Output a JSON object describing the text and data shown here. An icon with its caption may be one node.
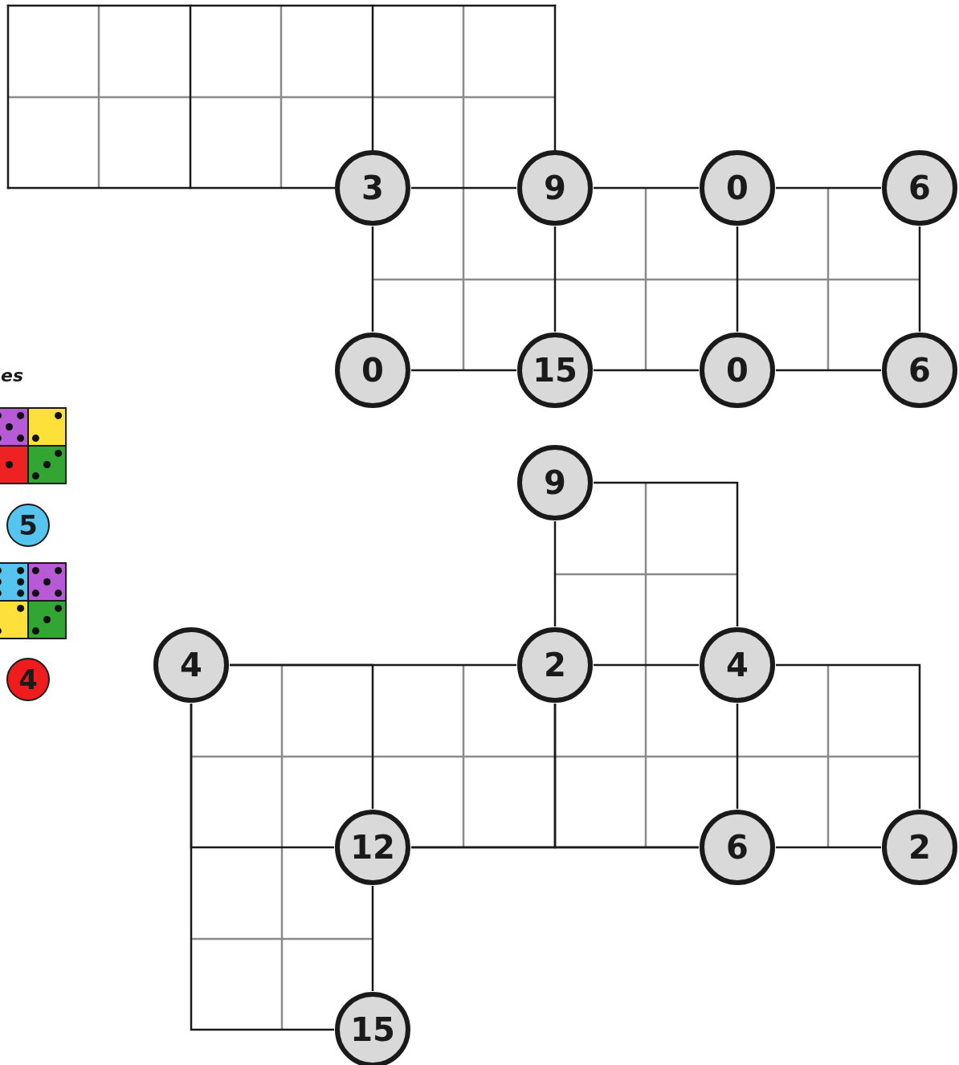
{
  "diagram": {
    "nodes": [
      {
        "text": [
          "3"
        ]
      },
      {
        "text": [
          "9"
        ]
      },
      {
        "text": [
          "0"
        ]
      },
      {
        "text": [
          "6"
        ]
      },
      {
        "text": [
          "0"
        ]
      },
      {
        "text": [
          "15"
        ]
      },
      {
        "text": [
          "0"
        ]
      },
      {
        "text": [
          "6"
        ]
      },
      {
        "text": [
          "9"
        ]
      },
      {
        "text": [
          "5"
        ]
      },
      {
        "text": [
          "4"
        ]
      },
      {
        "text": [
          "2"
        ]
      },
      {
        "text": [
          "4"
        ]
      },
      {
        "text": [
          "4"
        ]
      },
      {
        "text": [
          "12"
        ]
      },
      {
        "text": [
          "6"
        ]
      },
      {
        "text": [
          "2"
        ]
      },
      {
        "text": [
          "15"
        ]
      }
    ],
    "edges": [
      {
        "from": 0,
        "to": 1,
        "arrow": "none"
      },
      {
        "from": 1,
        "to": 2,
        "arrow": "none"
      },
      {
        "from": 2,
        "to": 3,
        "arrow": "none"
      },
      {
        "from": 0,
        "to": 4,
        "arrow": "none"
      },
      {
        "from": 1,
        "to": 5,
        "arrow": "none"
      },
      {
        "from": 2,
        "to": 6,
        "arrow": "none"
      },
      {
        "from": 3,
        "to": 7,
        "arrow": "none"
      },
      {
        "from": 4,
        "to": 5,
        "arrow": "none"
      },
      {
        "from": 5,
        "to": 6,
        "arrow": "none"
      },
      {
        "from": 6,
        "to": 7,
        "arrow": "none"
      },
      {
        "from": 8,
        "to": 11,
        "arrow": "none"
      },
      {
        "from": 8,
        "to": 12,
        "arrow": "none"
      },
      {
        "from": 10,
        "to": 11,
        "arrow": "none"
      },
      {
        "from": 11,
        "to": 12,
        "arrow": "none"
      },
      {
        "from": 10,
        "to": 14,
        "arrow": "none"
      },
      {
        "from": 11,
        "to": 14,
        "arrow": "none"
      },
      {
        "from": 11,
        "to": 15,
        "arrow": "none"
      },
      {
        "from": 12,
        "to": 15,
        "arrow": "none"
      },
      {
        "from": 12,
        "to": 16,
        "arrow": "none"
      },
      {
        "from": 14,
        "to": 15,
        "arrow": "none"
      },
      {
        "from": 15,
        "to": 16,
        "arrow": "none"
      },
      {
        "from": 10,
        "to": 17,
        "arrow": "none"
      },
      {
        "from": 14,
        "to": 17,
        "arrow": "none"
      },
      {
        "from": 10,
        "to": 14,
        "arrow": "none"
      }
    ],
    "labels": [
      "es"
    ]
  }
}
